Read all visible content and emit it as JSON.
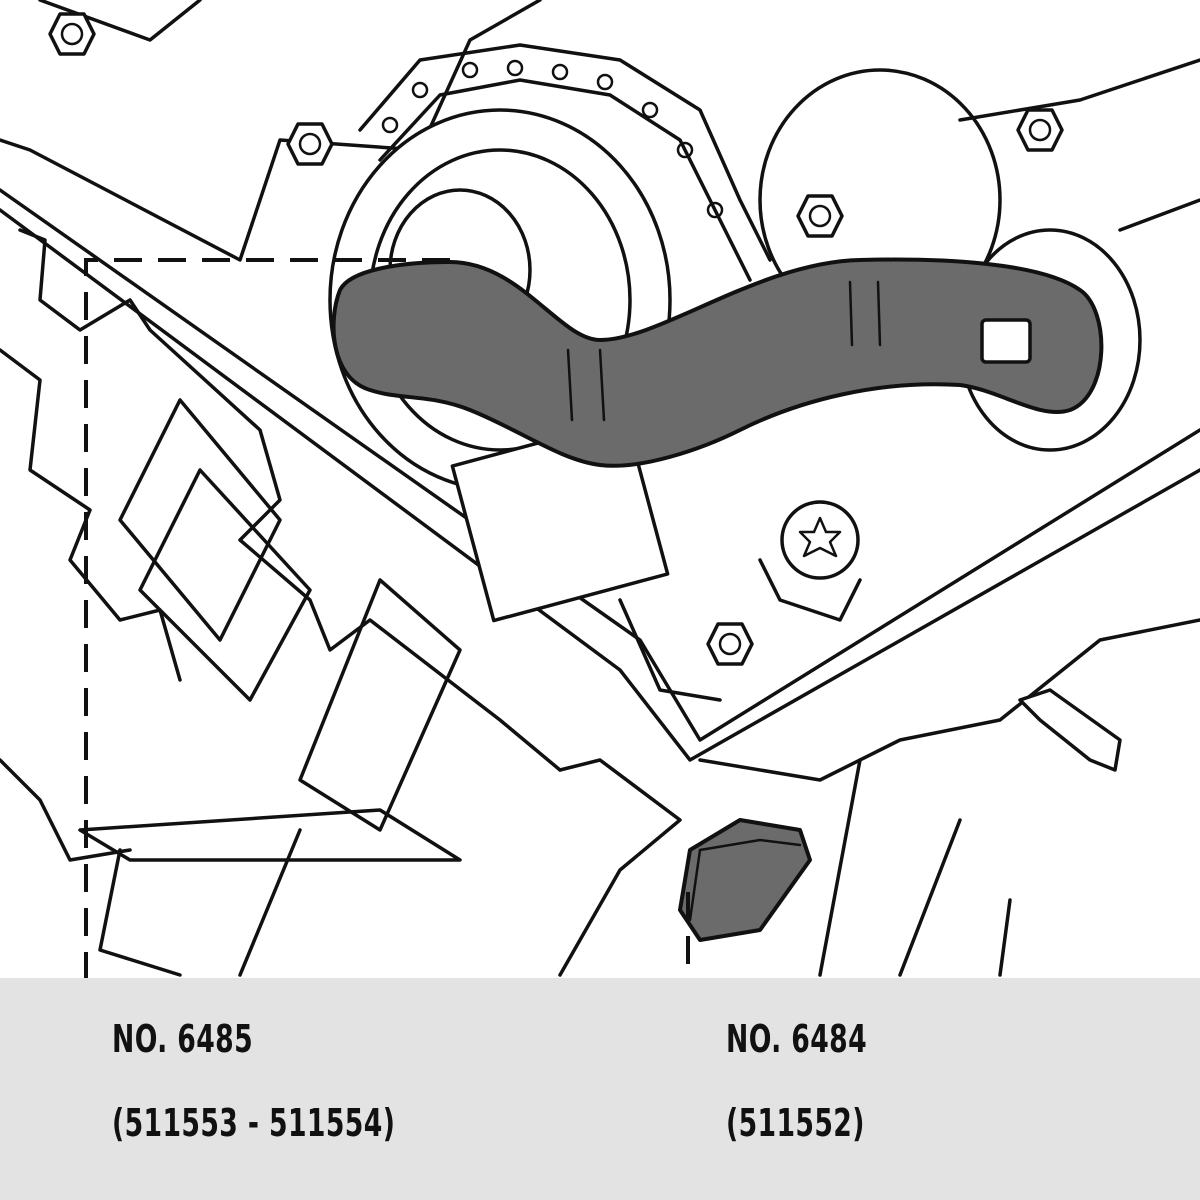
{
  "callouts": [
    {
      "part_number": "NO. 6485",
      "codes": "(511553 - 511554)"
    },
    {
      "part_number": "NO. 6484",
      "codes": "(511552)"
    }
  ],
  "colors": {
    "caption_band": "#e3e3e3",
    "tool_fill": "#6b6b6b",
    "line_art": "#111111"
  }
}
